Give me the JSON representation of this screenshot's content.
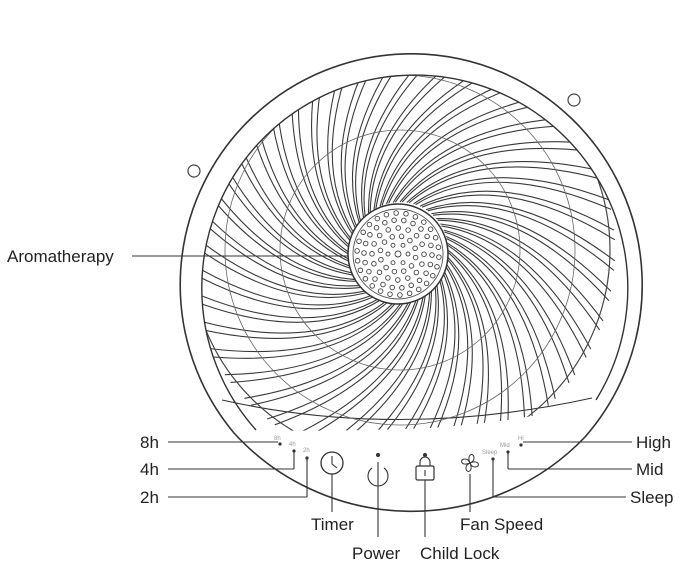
{
  "callouts": {
    "aromatherapy": "Aromatherapy",
    "h8": "8h",
    "h4": "4h",
    "h2": "2h",
    "timer": "Timer",
    "power": "Power",
    "child_lock": "Child Lock",
    "fan_speed": "Fan Speed",
    "high": "High",
    "mid": "Mid",
    "sleep": "Sleep"
  },
  "panel_text": {
    "t8h": "8h",
    "t4h": "4h",
    "t2h": "2h",
    "hi": "Hi",
    "mid": "Mid",
    "sleep": "Sleep"
  },
  "colors": {
    "outline": "#333333",
    "text": "#222222",
    "panel_text": "#999999"
  },
  "icons": [
    "timer-clock-icon",
    "power-icon",
    "child-lock-icon",
    "fan-speed-icon"
  ]
}
